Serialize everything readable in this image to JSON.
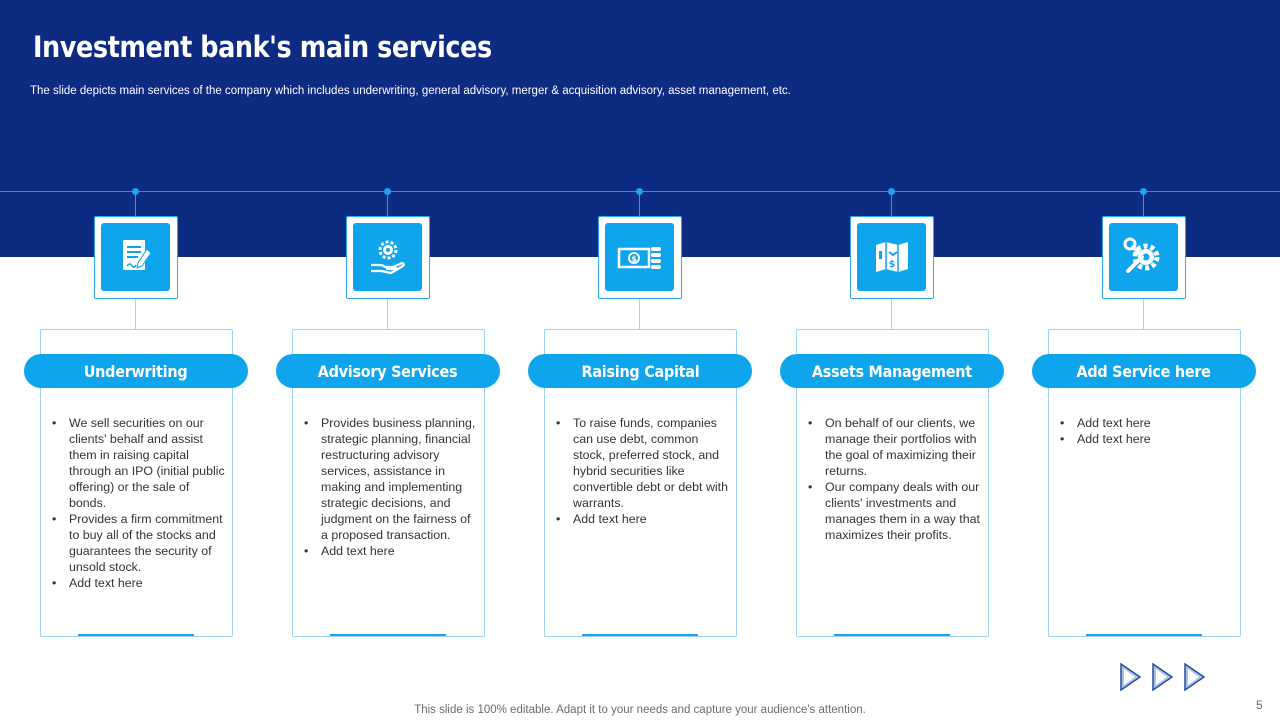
{
  "slide": {
    "title": "Investment  bank's main services",
    "subtitle": "The slide depicts main services of the company which includes underwriting, general advisory, merger & acquisition advisory, asset management, etc.",
    "footer": "This slide is 100% editable. Adapt it to your needs and capture your audience's attention.",
    "page_number": "5"
  },
  "colors": {
    "header_band": "#0d2b80",
    "accent": "#0ea5ec",
    "card_border": "#9fd2f5",
    "arrow_fill": "#1f4fa3"
  },
  "services": [
    {
      "title": "Underwriting",
      "icon": "document-signature-icon",
      "bullets": [
        "We sell securities on our clients' behalf and assist them in raising capital through an IPO (initial public offering)  or the sale of bonds.",
        "Provides  a firm commitment to buy all of the stocks and guarantees the security of unsold stock.",
        "Add text here"
      ]
    },
    {
      "title": "Advisory Services",
      "icon": "hand-gear-icon",
      "bullets": [
        "Provides  business planning, strategic planning, financial restructuring advisory services, assistance in making and implementing strategic decisions, and judgment on the fairness of a proposed transaction.",
        "Add text here"
      ]
    },
    {
      "title": "Raising Capital",
      "icon": "banknote-coins-icon",
      "bullets": [
        "To raise funds, companies can use debt, common stock, preferred stock, and hybrid securities like convertible debt or debt with warrants.",
        "Add text here"
      ]
    },
    {
      "title": "Assets Management",
      "icon": "asset-map-icon",
      "bullets": [
        "On behalf of our clients, we manage their portfolios with the goal of maximizing their returns.",
        "Our company deals with our clients' investments and manages them in a way that maximizes their profits."
      ]
    },
    {
      "title": "Add Service here",
      "icon": "gear-wrench-icon",
      "bullets": [
        "Add text here",
        "Add text here"
      ]
    }
  ],
  "nav_icons": [
    "play-arrow-icon",
    "play-arrow-icon",
    "play-arrow-icon"
  ]
}
